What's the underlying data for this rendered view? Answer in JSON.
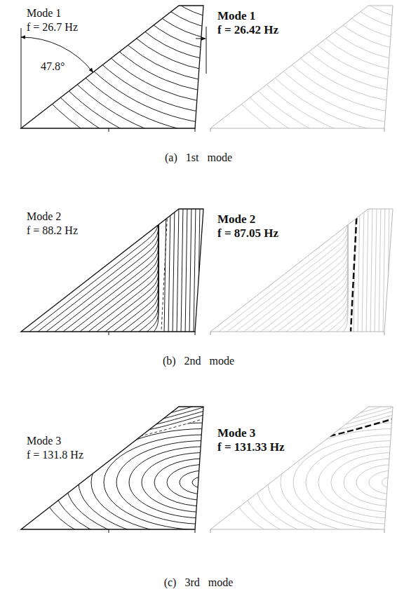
{
  "diagram": {
    "labels": [
      "Mode 1",
      "f = 26.7 Hz",
      "47.8°",
      "Mode 1",
      "f = 26.42 Hz",
      "(a) 1st mode",
      "Mode 2",
      "f = 88.2 Hz",
      "Mode 2",
      "f = 87.05 Hz",
      "(b) 2nd mode",
      "Mode 3",
      "f = 131.8 Hz",
      "Mode 3",
      "f = 131.33 Hz",
      "(c) 3rd mode"
    ]
  }
}
